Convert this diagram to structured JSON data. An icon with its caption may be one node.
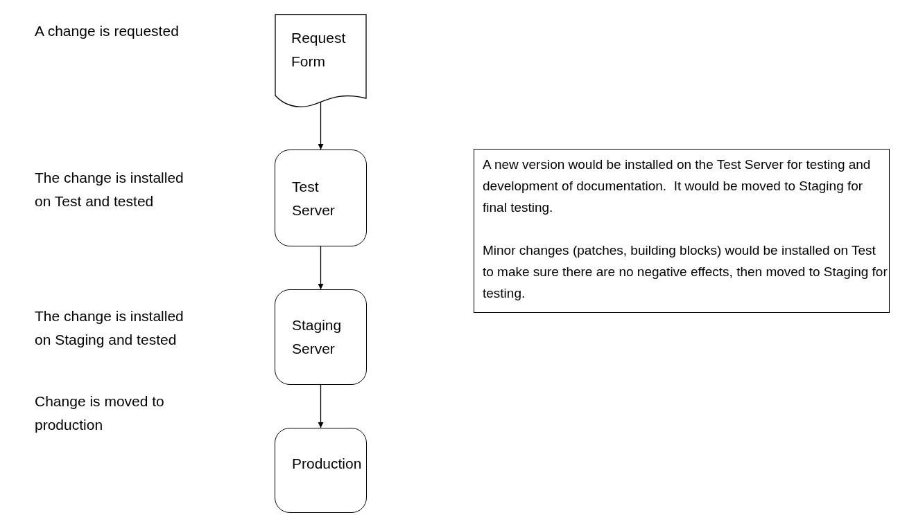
{
  "diagram": {
    "nodes": [
      {
        "text": [
          "Request Form"
        ]
      },
      {
        "text": [
          "Test Server"
        ]
      },
      {
        "text": [
          "Staging Server"
        ]
      },
      {
        "text": [
          "Production"
        ]
      },
      {
        "text": [
          "A new version would be installed on the Test Server for testing and development of documentation.  It would be moved to Staging for final testing.",
          "Minor changes (patches, building blocks) would be installed on Test to make sure there are no negative effects, then moved to Staging for testing."
        ]
      }
    ],
    "labels": [
      "A change is requested",
      "The change is installed on Test and tested",
      "The change is installed on Staging and tested",
      "Change is moved to production"
    ],
    "edges": [
      {
        "from": 0,
        "to": 1,
        "arrow": "to"
      },
      {
        "from": 1,
        "to": 2,
        "arrow": "to"
      },
      {
        "from": 2,
        "to": 3,
        "arrow": "to"
      }
    ]
  }
}
